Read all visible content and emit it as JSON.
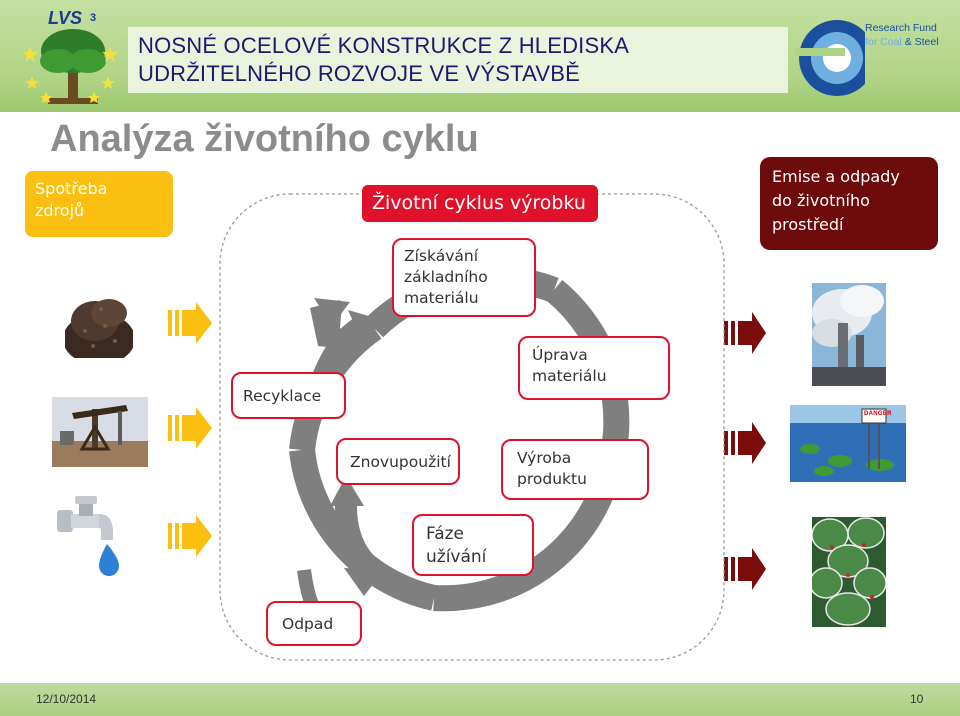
{
  "header": {
    "line1": "NOSNÉ OCELOVÉ KONSTRUKCE Z HLEDISKA",
    "line2": "UDRŽITELNÉHO ROZVOJE VE VÝSTAVBĚ",
    "logo_left_text": "LVS",
    "logo_left_sub": "3",
    "logo_right_line1": "Research Fund",
    "logo_right_line2_a": "for Coal ",
    "logo_right_line2_b": "& Steel"
  },
  "slide": {
    "title": "Analýza životního cyklu"
  },
  "left_panel": {
    "label_line1": "Spotřeba",
    "label_line2": "zdrojů"
  },
  "right_panel": {
    "label_line1": "Emise a odpady",
    "label_line2": "do životního",
    "label_line3": "prostředí",
    "danger_sign": "DANGER"
  },
  "cycle": {
    "title": "Životní cyklus výrobku",
    "stage_extraction_1": "Získávání",
    "stage_extraction_2": "základního",
    "stage_extraction_3": "materiálu",
    "stage_processing_1": "Úprava",
    "stage_processing_2": "materiálu",
    "stage_manufacture_1": "Výroba",
    "stage_manufacture_2": "produktu",
    "stage_use_1": "Fáze",
    "stage_use_2": "užívání",
    "stage_reuse": "Znovupoužití",
    "stage_recycling": "Recyklace",
    "stage_waste": "Odpad"
  },
  "colors": {
    "accent_red": "#e0112b",
    "resource_orange": "#fbbf11",
    "emission_maroon": "#6d0a0a",
    "header_green": "#b0d486",
    "title_blue": "#1a1a6e"
  },
  "footer": {
    "date": "12/10/2014",
    "page": "10"
  }
}
